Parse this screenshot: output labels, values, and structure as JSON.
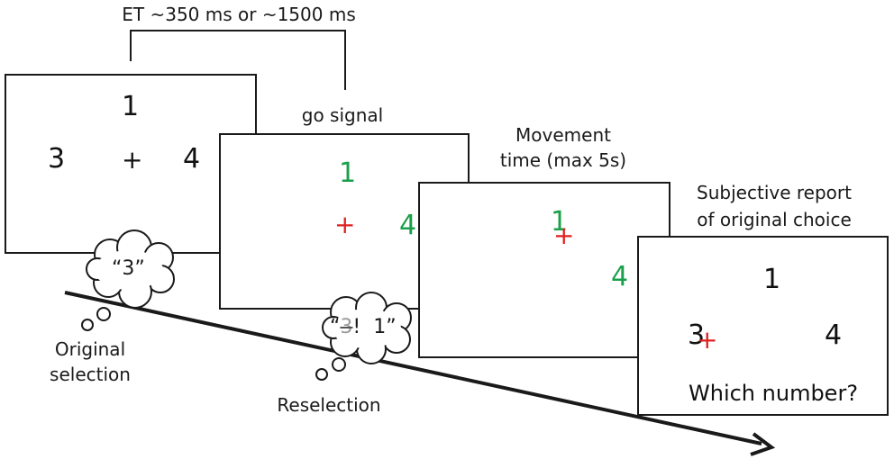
{
  "labels": {
    "early_timing": "ET ~350 ms or ~1500 ms",
    "go_signal": "go signal",
    "movement_line1": "Movement",
    "movement_line2": "time (max 5s)",
    "report_line1": "Subjective report",
    "report_line2": "of original choice",
    "original_line1": "Original",
    "original_line2": "selection",
    "reselection": "Reselection"
  },
  "screens": {
    "s1": {
      "top": "1",
      "left": "3",
      "cross": "+",
      "right": "4"
    },
    "s2": {
      "top": "1",
      "cross": "+",
      "right": "4"
    },
    "s3": {
      "top": "1",
      "cross": "+",
      "right": "4"
    },
    "s4": {
      "top": "1",
      "left": "3",
      "cross": "+",
      "right": "4",
      "question": "Which number?"
    }
  },
  "thoughts": {
    "original": "“3”",
    "reselect_open": "“",
    "reselect_struck": "3",
    "reselect_rest": "!  1”"
  },
  "colors": {
    "green": "#1aa04a",
    "red": "#e02020",
    "ink": "#1a1a1a",
    "struck": "#9a9a9a"
  }
}
